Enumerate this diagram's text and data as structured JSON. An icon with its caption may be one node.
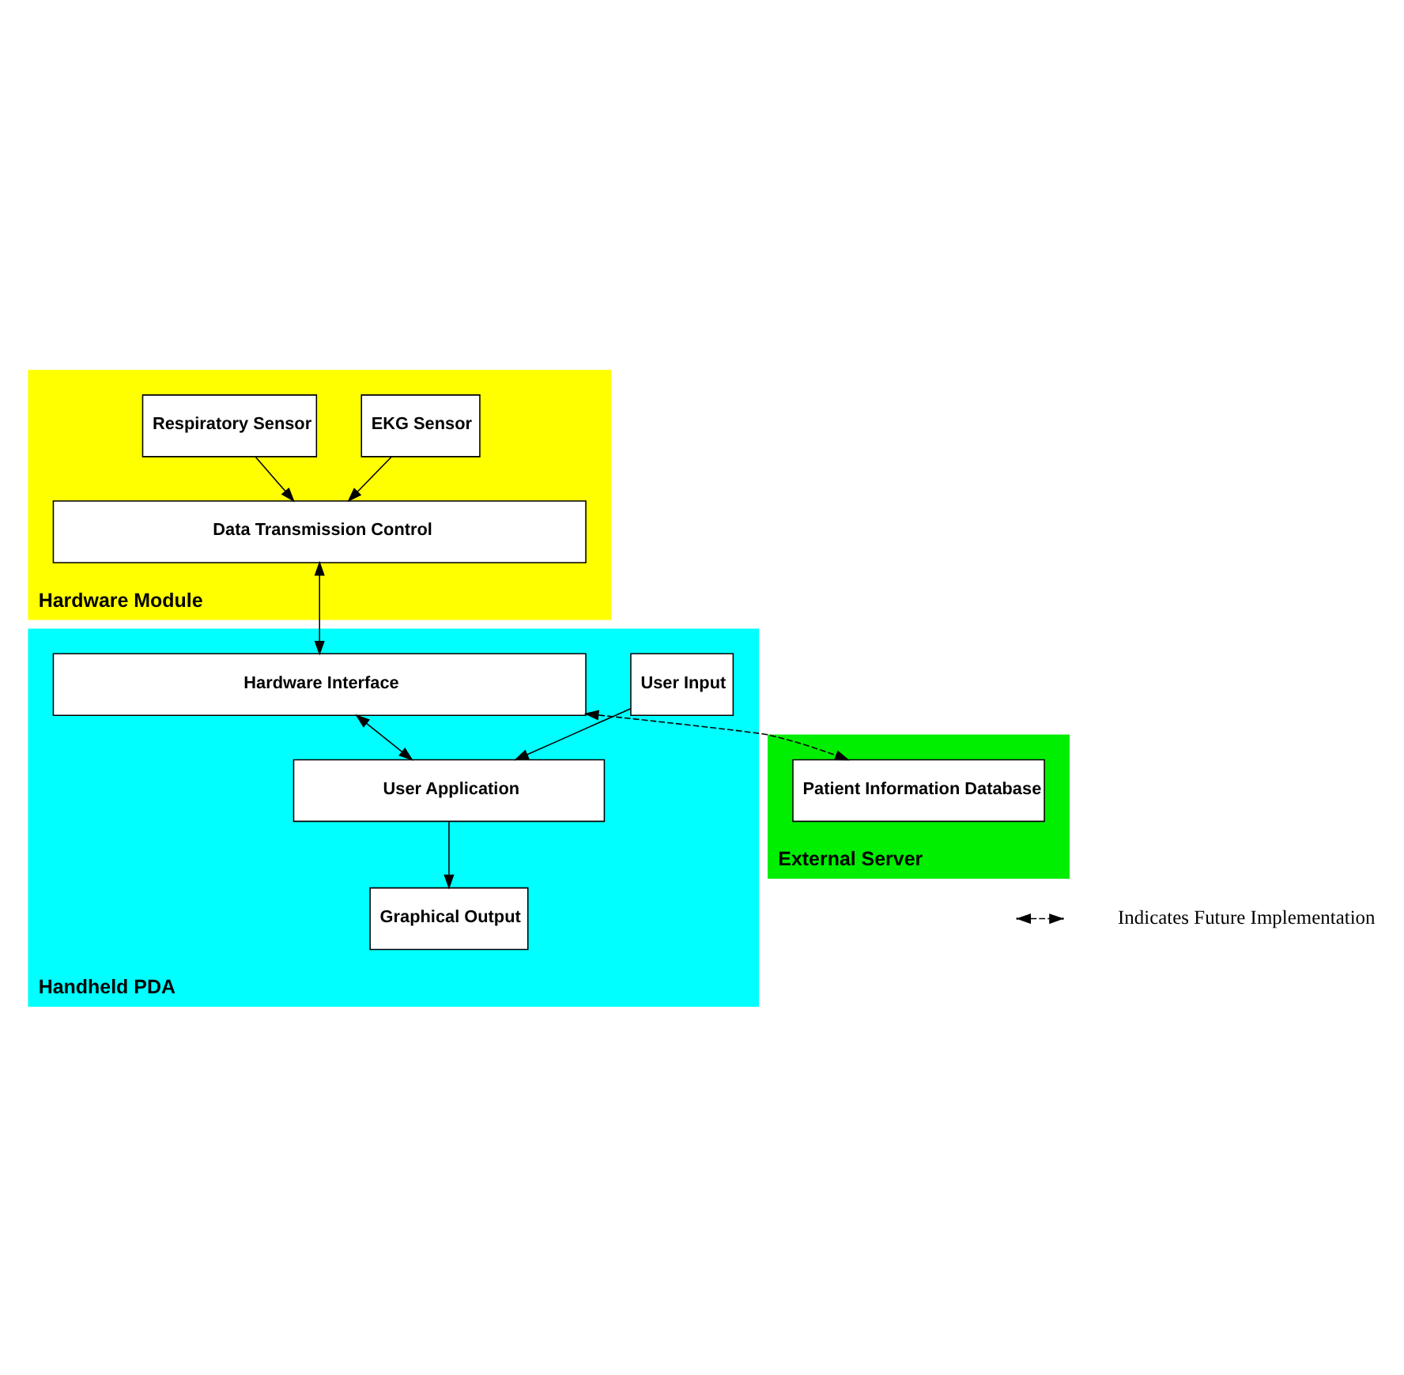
{
  "diagram": {
    "nodes": [
      {
        "text": [
          "Hardware Module"
        ]
      },
      {
        "text": [
          "EKG Sensor"
        ],
        "in": 0
      },
      {
        "text": [
          "Respiratory Sensor"
        ],
        "in": 0
      },
      {
        "text": [
          "Data Transmission Control"
        ],
        "in": 0
      },
      {
        "text": [
          "Handheld PDA"
        ]
      },
      {
        "text": [
          "Hardware Interface"
        ],
        "in": 4
      },
      {
        "text": [
          "User Application"
        ],
        "in": 4
      },
      {
        "text": [
          "User Input"
        ],
        "in": 4
      },
      {
        "text": [
          "Graphical Output"
        ],
        "in": 4
      },
      {
        "text": [
          "External Server"
        ]
      },
      {
        "text": [
          "Patient Information Database"
        ],
        "in": 9
      }
    ],
    "edges": [
      {
        "from": 1,
        "to": 3,
        "arrow": "to"
      },
      {
        "from": 2,
        "to": 3,
        "arrow": "to"
      },
      {
        "from": 3,
        "to": 5,
        "arrow": "both"
      },
      {
        "from": 5,
        "to": 6,
        "arrow": "both"
      },
      {
        "from": 7,
        "to": 6,
        "arrow": "to"
      },
      {
        "from": 6,
        "to": 8,
        "arrow": "to"
      },
      {
        "from": 5,
        "to": 10,
        "arrow": "both",
        "style": "dashed"
      }
    ],
    "legend": [
      {
        "text": "Indicates Future Implementation"
      }
    ]
  }
}
